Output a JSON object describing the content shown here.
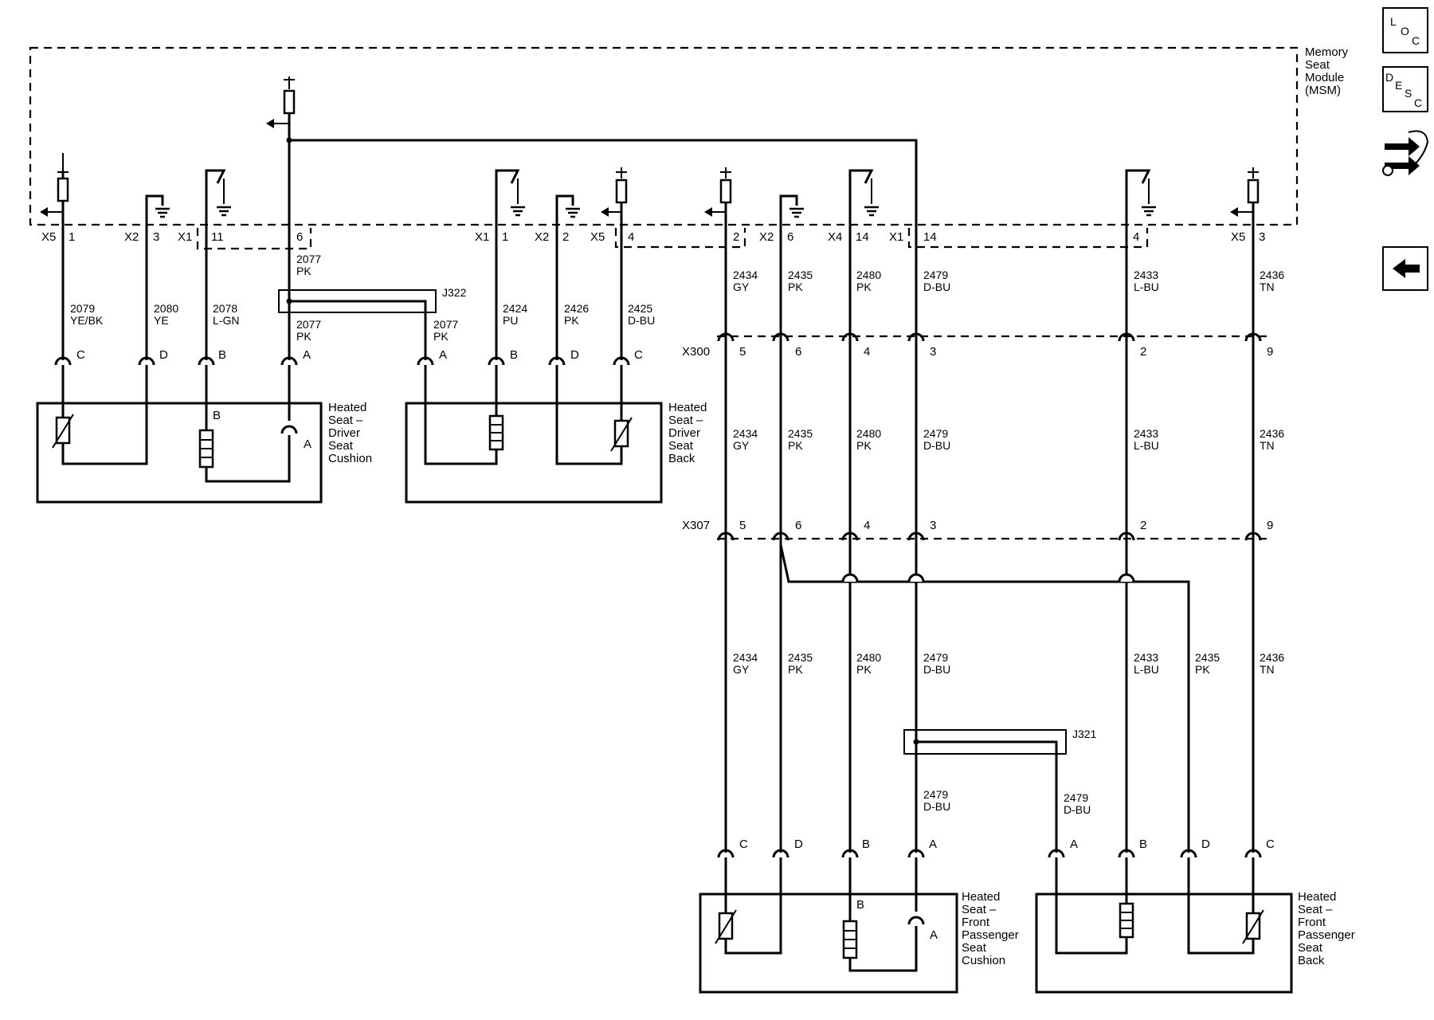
{
  "module": {
    "title_lines": [
      "Memory",
      "Seat",
      "Module",
      "(MSM)"
    ]
  },
  "sidebar": {
    "loc": [
      "L",
      "O",
      "C"
    ],
    "desc": [
      "D",
      "E",
      "S",
      "C"
    ],
    "tool_icon": "connector-tool-icon",
    "back_icon": "back-arrow-icon"
  },
  "pins": [
    {
      "conn": "X5",
      "pin": "1"
    },
    {
      "conn": "X2",
      "pin": "3"
    },
    {
      "conn": "X1",
      "pin": "11"
    },
    {
      "conn": "",
      "pin": "6"
    },
    {
      "conn": "X1",
      "pin": "1"
    },
    {
      "conn": "X2",
      "pin": "2"
    },
    {
      "conn": "X5",
      "pin": "4"
    },
    {
      "conn": "",
      "pin": "2"
    },
    {
      "conn": "X2",
      "pin": "6"
    },
    {
      "conn": "X4",
      "pin": "14"
    },
    {
      "conn": "X1",
      "pin": "14"
    },
    {
      "conn": "",
      "pin": "4"
    },
    {
      "conn": "X5",
      "pin": "3"
    }
  ],
  "wires": {
    "w2079": [
      "2079",
      "YE/BK"
    ],
    "w2080": [
      "2080",
      "YE"
    ],
    "w2078": [
      "2078",
      "L-GN"
    ],
    "w2077": [
      "2077",
      "PK"
    ],
    "w2424": [
      "2424",
      "PU"
    ],
    "w2426": [
      "2426",
      "PK"
    ],
    "w2425": [
      "2425",
      "D-BU"
    ],
    "w2434": [
      "2434",
      "GY"
    ],
    "w2435": [
      "2435",
      "PK"
    ],
    "w2480": [
      "2480",
      "PK"
    ],
    "w2479": [
      "2479",
      "D-BU"
    ],
    "w2433": [
      "2433",
      "L-BU"
    ],
    "w2436": [
      "2436",
      "TN"
    ]
  },
  "splices": {
    "j322": "J322",
    "j321": "J321"
  },
  "connectors": {
    "x300": {
      "name": "X300",
      "pins": [
        "5",
        "6",
        "4",
        "3",
        "2",
        "9"
      ]
    },
    "x307": {
      "name": "X307",
      "pins": [
        "5",
        "6",
        "4",
        "3",
        "2",
        "9"
      ]
    }
  },
  "terminals": {
    "driver_cushion": [
      "C",
      "D",
      "B",
      "A"
    ],
    "driver_back": [
      "A",
      "B",
      "D",
      "C"
    ],
    "pass_cushion": [
      "C",
      "D",
      "B",
      "A"
    ],
    "pass_back": [
      "A",
      "B",
      "D",
      "C"
    ],
    "inner_b": "B",
    "inner_a": "A"
  },
  "components": {
    "driver_cushion": [
      "Heated",
      "Seat –",
      "Driver",
      "Seat",
      "Cushion"
    ],
    "driver_back": [
      "Heated",
      "Seat –",
      "Driver",
      "Seat",
      "Back"
    ],
    "pass_cushion": [
      "Heated",
      "Seat –",
      "Front",
      "Passenger",
      "Seat",
      "Cushion"
    ],
    "pass_back": [
      "Heated",
      "Seat –",
      "Front",
      "Passenger",
      "Seat",
      "Back"
    ]
  }
}
